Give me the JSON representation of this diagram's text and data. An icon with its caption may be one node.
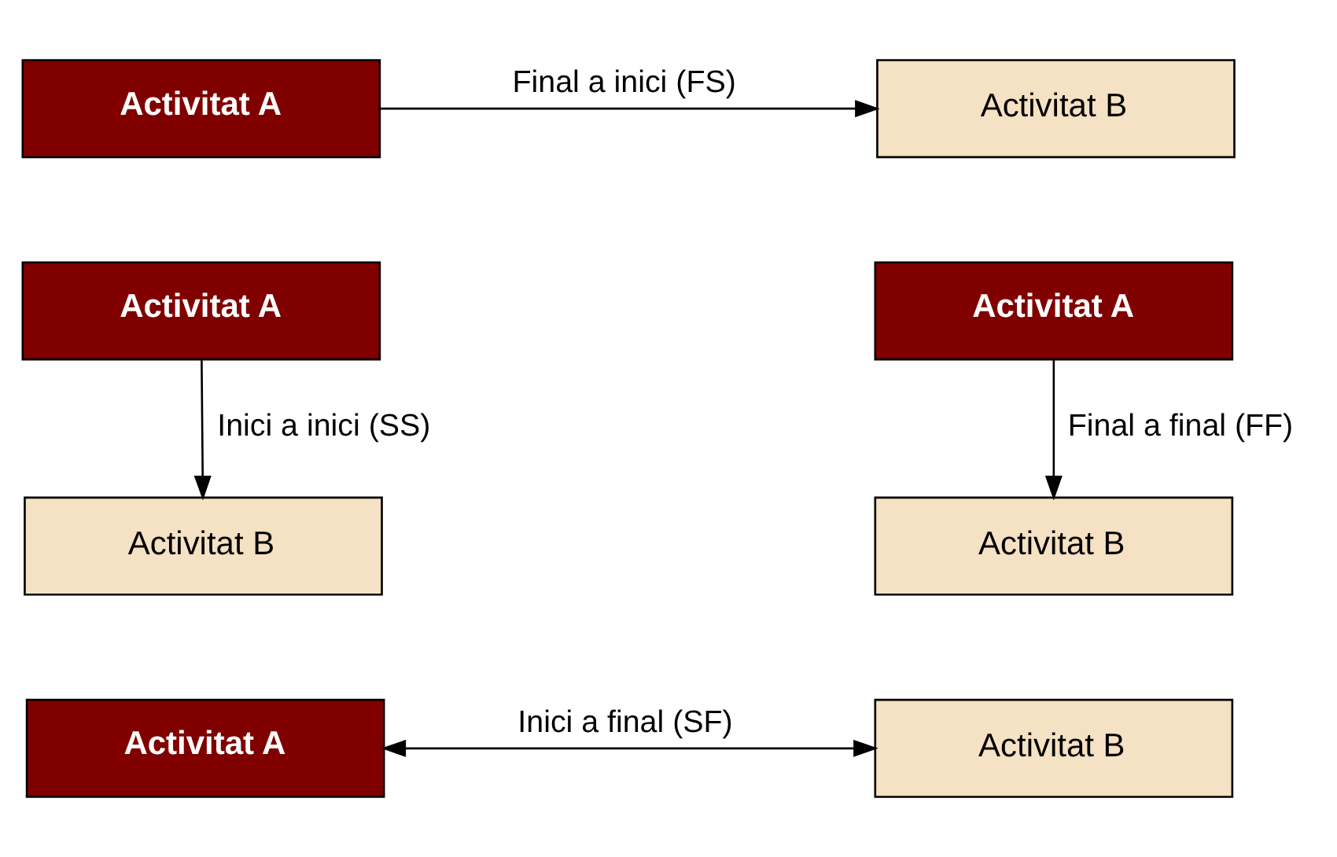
{
  "diagram": {
    "nodes": [
      {
        "text": [
          "Activitat A"
        ]
      },
      {
        "text": [
          "Activitat B"
        ]
      },
      {
        "text": [
          "Activitat A"
        ]
      },
      {
        "text": [
          "Activitat B"
        ]
      },
      {
        "text": [
          "Activitat A"
        ]
      },
      {
        "text": [
          "Activitat B"
        ]
      },
      {
        "text": [
          "Activitat A"
        ]
      },
      {
        "text": [
          "Activitat B"
        ]
      }
    ],
    "edges": [
      {
        "from": 0,
        "to": 1,
        "arrow": "to",
        "label": "Final a inici (FS)"
      },
      {
        "from": 2,
        "to": 3,
        "arrow": "to",
        "label": "Inici a inici (SS)"
      },
      {
        "from": 4,
        "to": 5,
        "arrow": "to",
        "label": "Final a final (FF)"
      },
      {
        "from": 6,
        "to": 7,
        "arrow": "both",
        "label": "Inici a final (SF)"
      }
    ]
  }
}
